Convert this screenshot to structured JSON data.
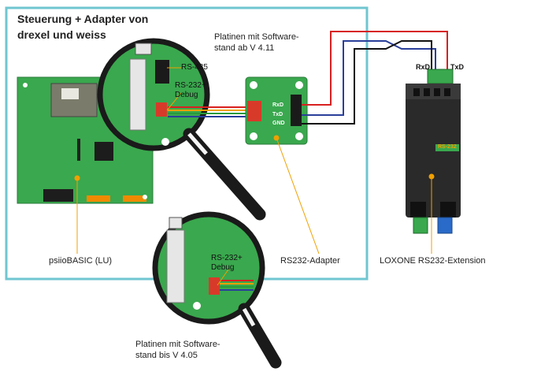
{
  "title_line1": "Steuerung + Adapter von",
  "title_line2": "drexel und weiss",
  "note_top_line1": "Platinen mit Software-",
  "note_top_line2": "stand ab V 4.11",
  "note_bottom_line1": "Platinen mit Software-",
  "note_bottom_line2": "stand bis V 4.05",
  "mag_top_rs485": "RS-485",
  "mag_top_rs232_line1": "RS-232+",
  "mag_top_rs232_line2": "Debug",
  "mag_bottom_rs232_line1": "RS-232+",
  "mag_bottom_rs232_line2": "Debug",
  "adapter_pin_rxd": "RxD",
  "adapter_pin_txd": "TxD",
  "adapter_pin_gnd": "GND",
  "loxone_rxd": "RxD",
  "loxone_txd": "TxD",
  "loxone_badge": "RS-232",
  "label_psiio": "psiioBASIC (LU)",
  "label_adapter": "RS232-Adapter",
  "label_loxone": "LOXONE RS232-Extension",
  "colors": {
    "frame": "#6fc6d0",
    "board": "#3aa84e",
    "wire_red": "#d82020",
    "wire_blue": "#2a3f9a",
    "wire_black": "#111111",
    "leader": "#f0a000"
  }
}
